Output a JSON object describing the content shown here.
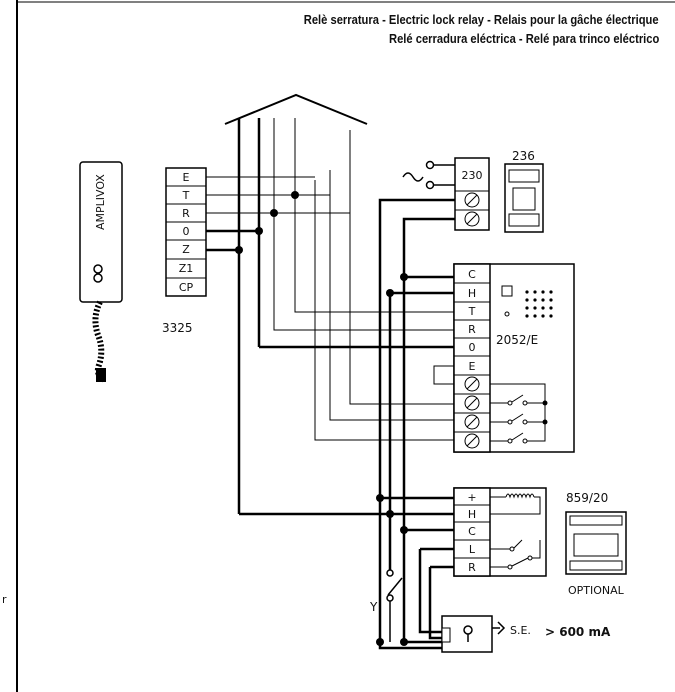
{
  "title": {
    "line1": "Relè serratura - Electric lock relay - Relais pour la gâche électrique",
    "line2": "Relé cerradura eléctrica - Relé para trinco eléctrico"
  },
  "handset": {
    "brand": "AMPLIVOX",
    "model": "3325",
    "terminals": [
      "E",
      "T",
      "R",
      "0",
      "Z",
      "Z1",
      "CP"
    ]
  },
  "power_supply": {
    "voltage": "230",
    "model": "236"
  },
  "door_panel": {
    "model": "2052/E",
    "terminals": [
      "C",
      "H",
      "T",
      "R",
      "0",
      "E"
    ]
  },
  "relay": {
    "model": "859/20",
    "note": "OPTIONAL",
    "terminals": [
      "+",
      "H",
      "C",
      "L",
      "R"
    ]
  },
  "lock": {
    "label": "S.E.",
    "current": "> 600 mA"
  },
  "switch_label": "Y",
  "edge_char": "r"
}
